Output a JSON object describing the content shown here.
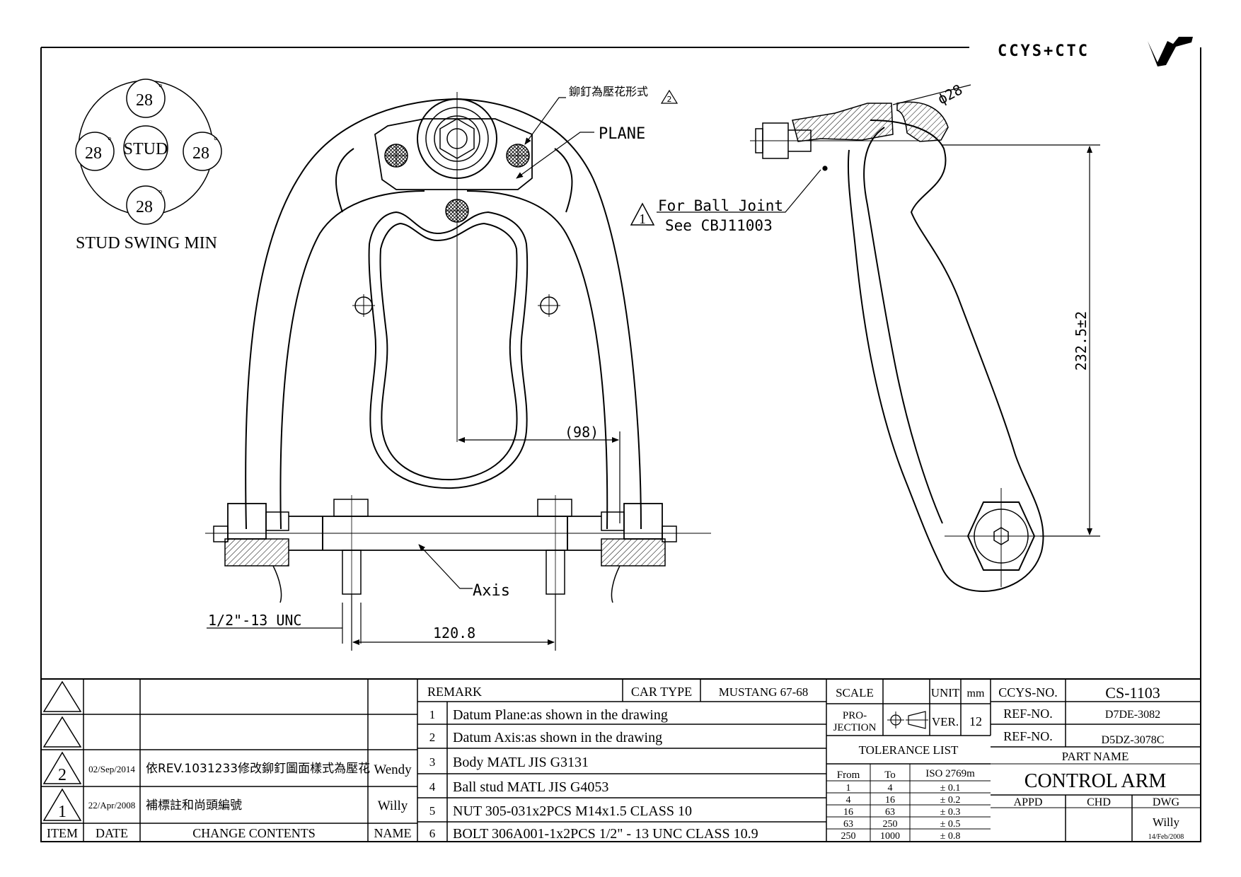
{
  "logo": {
    "text": "CCYS+CTC"
  },
  "drawing_notes": {
    "rivet_note": "鉚釘為壓花形式",
    "rivet_note_rev": "2",
    "plane_label": "PLANE",
    "ball_joint_flag": "1",
    "ball_joint_line1": "For Ball Joint",
    "ball_joint_line2": "See CBJ11003",
    "axis_label": "Axis",
    "dim_98": "(98)",
    "dim_1208": "120.8",
    "thread_label": "1/2\"-13 UNC",
    "dim_phi28": "ϕ28",
    "dim_height": "232.5±2"
  },
  "stud_swing": {
    "title": "STUD SWING MIN",
    "center": "STUD",
    "top": "28",
    "left": "28",
    "right": "28",
    "bottom": "28",
    "unit": "°"
  },
  "revision_table": {
    "headers": {
      "item": "ITEM",
      "date": "DATE",
      "contents": "CHANGE CONTENTS",
      "name": "NAME"
    },
    "rows": [
      {
        "rev": "",
        "date": "",
        "contents": "",
        "name": ""
      },
      {
        "rev": "",
        "date": "",
        "contents": "",
        "name": ""
      },
      {
        "rev": "2",
        "date": "02/Sep/2014",
        "contents": "依REV.1031233修改鉚釘圖面樣式為壓花",
        "name": "Wendy"
      },
      {
        "rev": "1",
        "date": "22/Apr/2008",
        "contents": "補標註和尚頭編號",
        "name": "Willy"
      }
    ]
  },
  "remarks": {
    "title": "REMARK",
    "car_type_label": "CAR TYPE",
    "car_type_value": "MUSTANG 67-68",
    "items": [
      {
        "n": "1",
        "text": "Datum Plane:as shown in the drawing"
      },
      {
        "n": "2",
        "text": "Datum Axis:as shown in the drawing"
      },
      {
        "n": "3",
        "text": "Body MATL JIS G3131"
      },
      {
        "n": "4",
        "text": "Ball stud MATL JIS G4053"
      },
      {
        "n": "5",
        "text": "NUT 305-031x2PCS M14x1.5 CLASS 10"
      },
      {
        "n": "6",
        "text": "BOLT 306A001-1x2PCS 1/2\" - 13 UNC CLASS 10.9"
      }
    ]
  },
  "spec": {
    "scale_label": "SCALE",
    "scale_value": "",
    "unit_label": "UNIT",
    "unit_value": "mm",
    "projection_line1": "PRO-",
    "projection_line2": "JECTION",
    "ver_label": "VER.",
    "ver_value": "12",
    "tolerance_title": "TOLERANCE LIST",
    "tolerance_headers": [
      "From",
      "To",
      "ISO 2769m"
    ],
    "tolerance_rows": [
      [
        "1",
        "4",
        "± 0.1"
      ],
      [
        "4",
        "16",
        "± 0.2"
      ],
      [
        "16",
        "63",
        "± 0.3"
      ],
      [
        "63",
        "250",
        "± 0.5"
      ],
      [
        "250",
        "1000",
        "± 0.8"
      ]
    ]
  },
  "title_block": {
    "ccys_no_label": "CCYS-NO.",
    "ccys_no_value": "CS-1103",
    "ref1_label": "REF-NO.",
    "ref1_value": "D7DE-3082",
    "ref2_label": "REF-NO.",
    "ref2_value": "D5DZ-3078C",
    "part_name_label": "PART NAME",
    "part_name_value": "CONTROL ARM",
    "appd_label": "APPD",
    "chd_label": "CHD",
    "dwg_label": "DWG",
    "appd_value": "",
    "chd_value": "",
    "dwg_value": "Willy",
    "dwg_date": "14/Feb/2008"
  }
}
